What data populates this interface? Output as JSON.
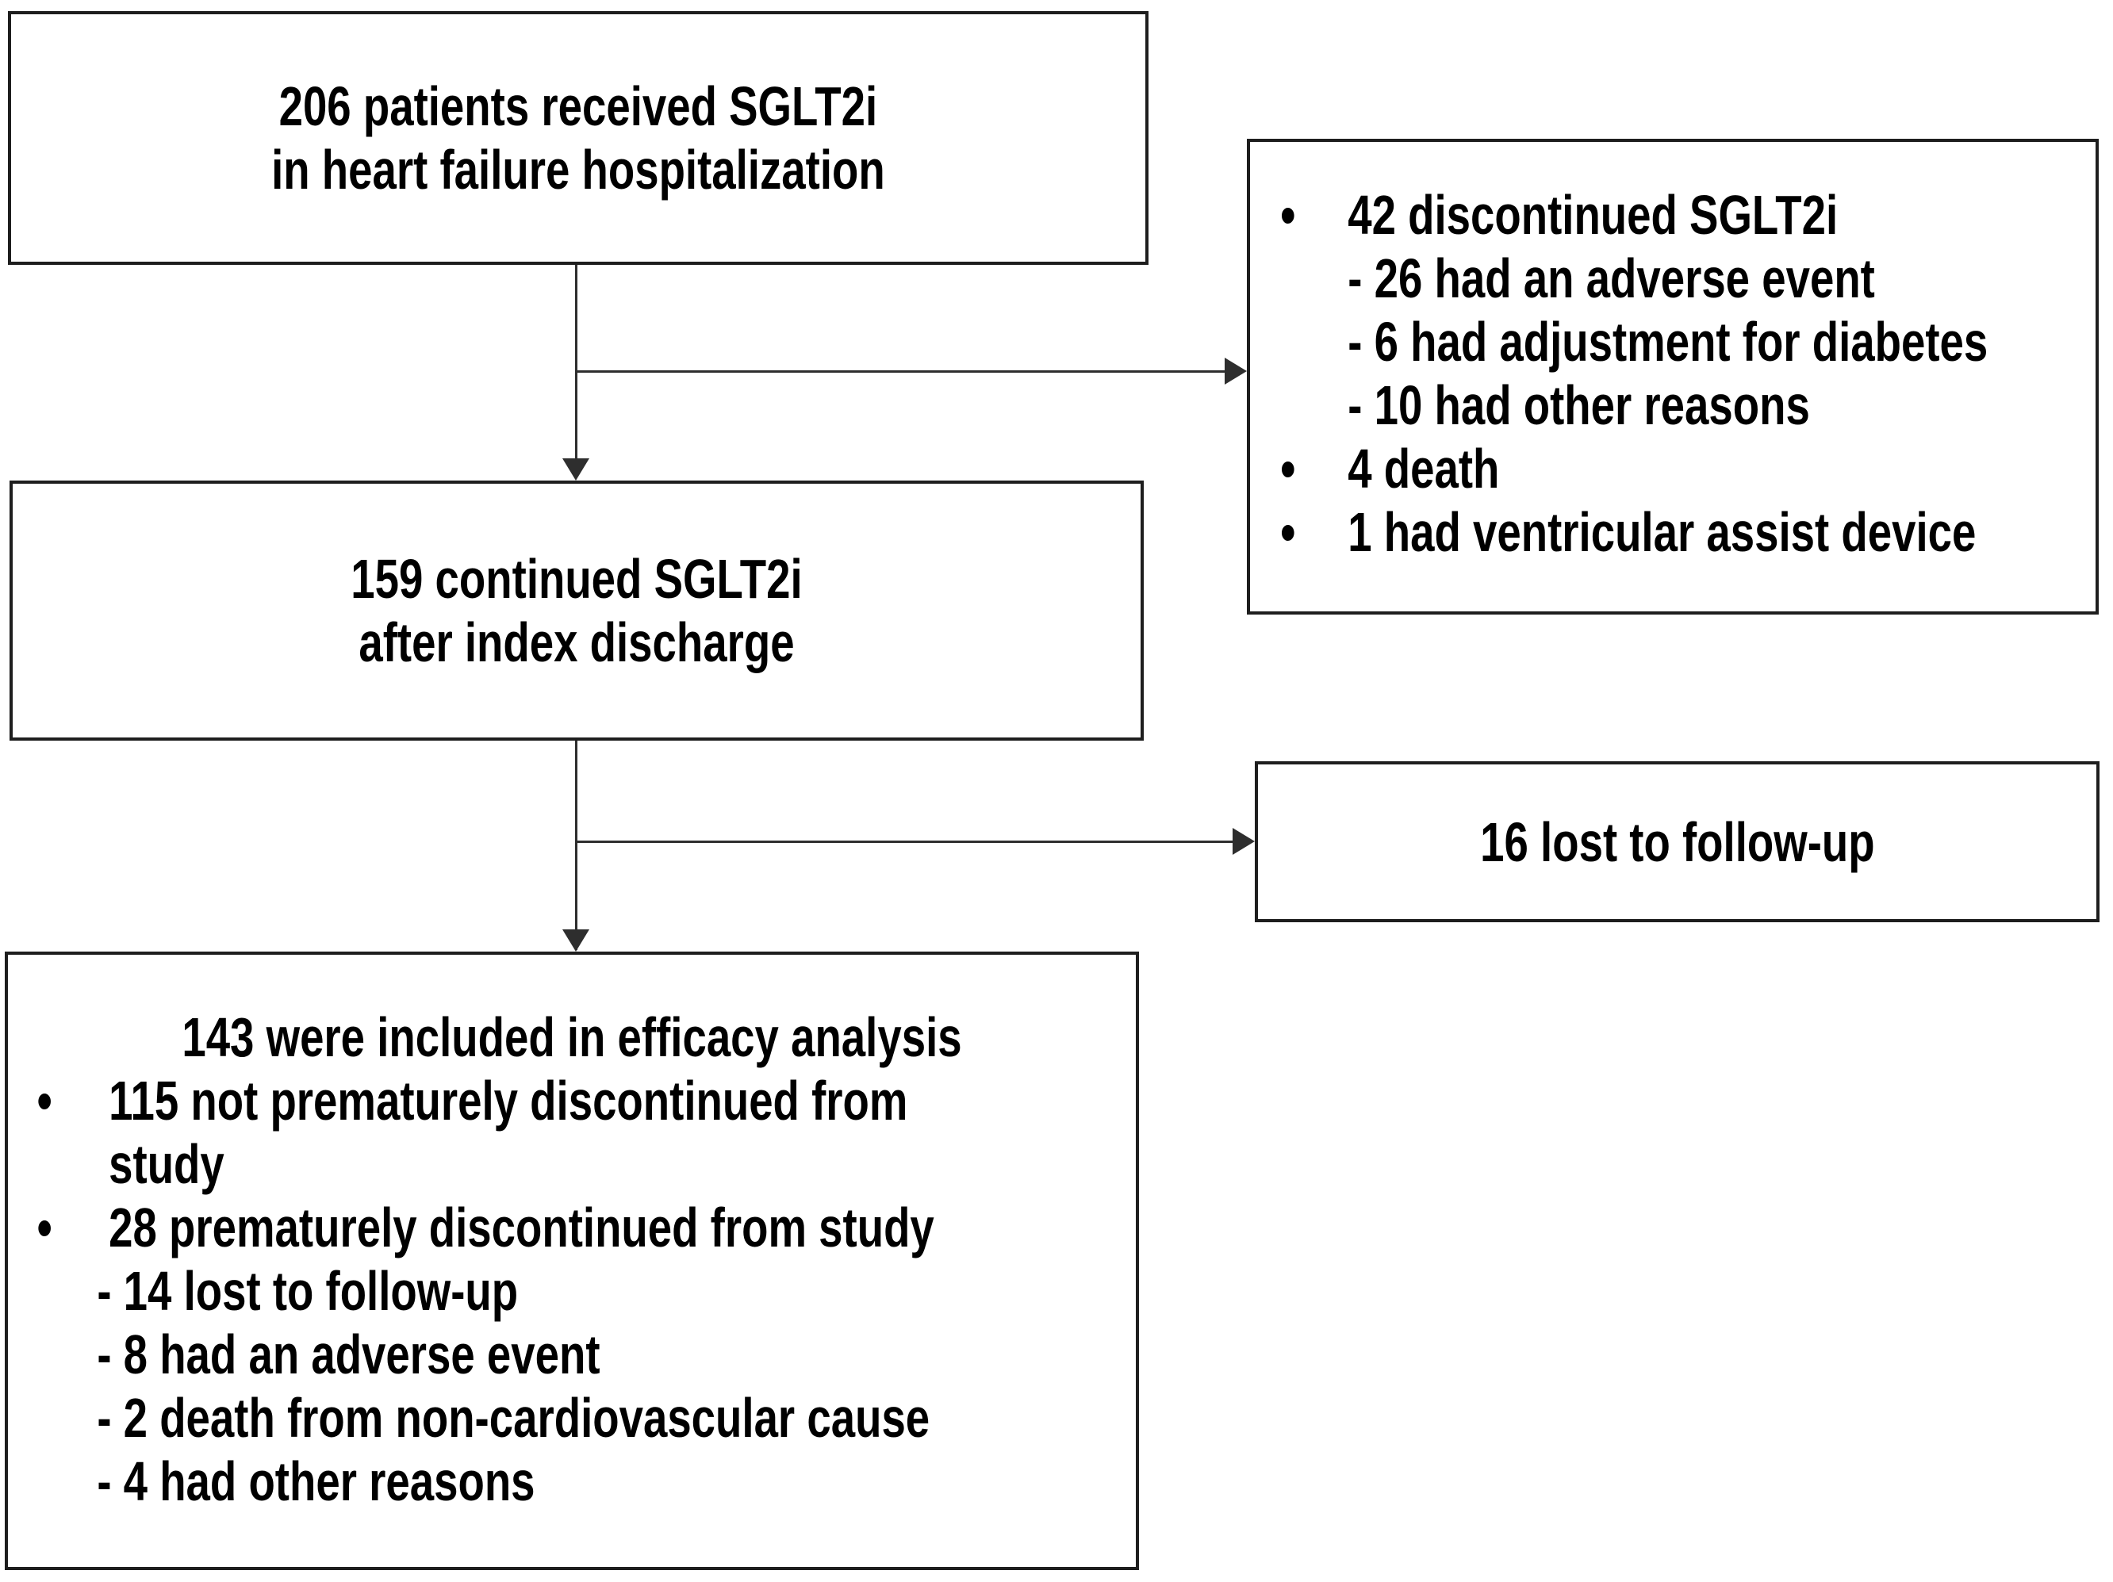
{
  "colors": {
    "background": "#ffffff",
    "border": "#1e1e1e",
    "line": "#2e2e2e",
    "text": "#000000"
  },
  "bullet_glyph": "•",
  "boxes": {
    "top": {
      "line1": "206 patients received SGLT2i",
      "line2": "in heart failure hospitalization"
    },
    "discontinued": {
      "bullet1": "42 discontinued SGLT2i",
      "sub1": "- 26 had an adverse event",
      "sub2": "- 6 had adjustment for diabetes",
      "sub3": "- 10 had other reasons",
      "bullet2": "4 death",
      "bullet3": "1 had ventricular assist device"
    },
    "continued": {
      "line1": "159 continued SGLT2i",
      "line2": "after index discharge"
    },
    "lost_followup": {
      "line1": "16 lost to follow-up"
    },
    "efficacy": {
      "heading": "143 were included in efficacy analysis",
      "bullet1": "115 not prematurely discontinued from study",
      "bullet2": "28 prematurely discontinued from study",
      "sub1": "- 14 lost to follow-up",
      "sub2": "- 8 had an adverse event",
      "sub3": "- 2 death from non-cardiovascular cause",
      "sub4": "- 4 had other reasons"
    }
  }
}
